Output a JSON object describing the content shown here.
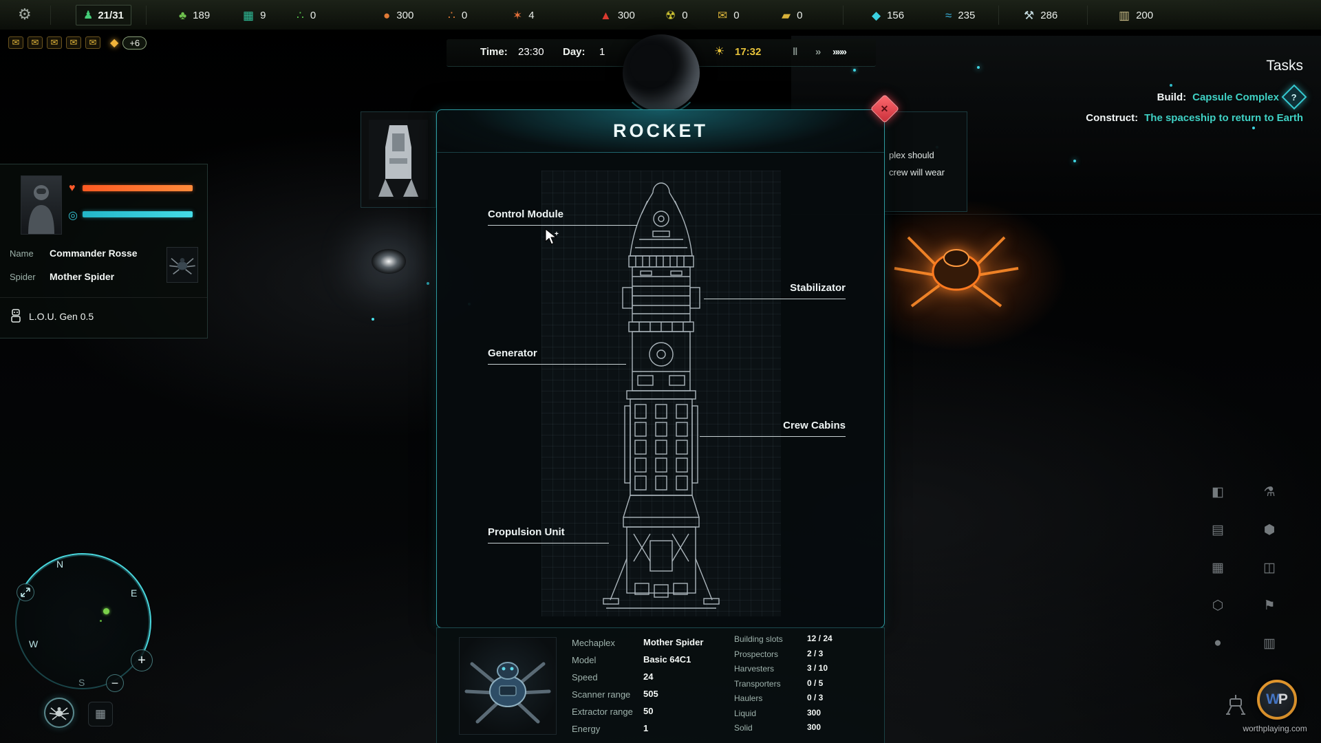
{
  "colors": {
    "accent": "#2fd6d6",
    "teal_text": "#3fd1c4",
    "health": "#ff6a2a",
    "oxygen": "#35c8d8",
    "alert_red": "#e5404d",
    "gold": "#e8c33a"
  },
  "top_bar": {
    "settings_glyph": "⚙",
    "population": {
      "glyph": "♟",
      "color": "#46d07a",
      "value": "21/31"
    },
    "resources": [
      {
        "name": "plants",
        "glyph": "♣",
        "color": "#6fc14e",
        "value": "189"
      },
      {
        "name": "blocks",
        "glyph": "▦",
        "color": "#2fbf9a",
        "value": "9"
      },
      {
        "name": "green-cells",
        "glyph": "∴",
        "color": "#58c84d",
        "value": "0"
      },
      {
        "name": "food",
        "glyph": "●",
        "color": "#e07a36",
        "value": "300"
      },
      {
        "name": "orange-cells",
        "glyph": "∴",
        "color": "#e07a36",
        "value": "0"
      },
      {
        "name": "creatures",
        "glyph": "✶",
        "color": "#e5703a",
        "value": "4"
      },
      {
        "name": "meat",
        "glyph": "▲",
        "color": "#d93b30",
        "value": "300"
      },
      {
        "name": "uranium",
        "glyph": "☢",
        "color": "#cfc433",
        "value": "0"
      },
      {
        "name": "gold-mail",
        "glyph": "✉",
        "color": "#d8b23a",
        "value": "0"
      },
      {
        "name": "gold-bars",
        "glyph": "▰",
        "color": "#d8b23a",
        "value": "0"
      },
      {
        "name": "crystal",
        "glyph": "◆",
        "color": "#3ad0e0",
        "value": "156"
      },
      {
        "name": "water",
        "glyph": "≈",
        "color": "#3ab4e0",
        "value": "235"
      },
      {
        "name": "tools",
        "glyph": "⚒",
        "color": "#c4dade",
        "value": "286"
      },
      {
        "name": "batteries",
        "glyph": "▥",
        "color": "#cdbf8a",
        "value": "200"
      }
    ]
  },
  "notifications": {
    "mail_glyph": "✉",
    "gem_glyph": "◆",
    "badge": "+6"
  },
  "time_bar": {
    "time_label": "Time:",
    "time_value": "23:30",
    "day_label": "Day:",
    "day_value": "1",
    "sun_glyph": "☀",
    "sunset_time": "17:32",
    "pause_glyph": "‖",
    "ff_glyph": "»",
    "fff_glyph": "»»»"
  },
  "tasks": {
    "title": "Tasks",
    "build_label": "Build:",
    "build_value": "Capsule Complex",
    "build_icon_glyph": "?",
    "construct_label": "Construct:",
    "construct_value": "The spaceship to return to Earth"
  },
  "character_panel": {
    "health_glyph": "♥",
    "oxygen_glyph": "◎",
    "name_label": "Name",
    "name_value": "Commander Rosse",
    "spider_label": "Spider",
    "spider_value": "Mother Spider",
    "item_label": "L.O.U. Gen 0.5"
  },
  "tutorial_fragment": {
    "line1": "plex should",
    "line2": "crew will wear"
  },
  "rocket_dialog": {
    "title": "ROCKET",
    "close_glyph": "✕",
    "labels": {
      "control": "Control Module",
      "stabilizer": "Stabilizator",
      "generator": "Generator",
      "crew": "Crew Cabins",
      "propulsion": "Propulsion Unit"
    }
  },
  "mech_panel": {
    "stats": [
      {
        "label": "Mechaplex",
        "value": "Mother Spider"
      },
      {
        "label": "Model",
        "value": "Basic 64C1"
      },
      {
        "label": "Speed",
        "value": "24"
      },
      {
        "label": "Scanner range",
        "value": "505"
      },
      {
        "label": "Extractor range",
        "value": "50"
      },
      {
        "label": "Energy",
        "value": "1"
      }
    ],
    "slots": [
      {
        "label": "Building slots",
        "value": "12 / 24"
      },
      {
        "label": "Prospectors",
        "value": "2 / 3"
      },
      {
        "label": "Harvesters",
        "value": "3 / 10"
      },
      {
        "label": "Transporters",
        "value": "0 / 5"
      },
      {
        "label": "Haulers",
        "value": "0 / 3"
      },
      {
        "label": "Liquid",
        "value": "300"
      },
      {
        "label": "Solid",
        "value": "300"
      }
    ]
  },
  "minimap": {
    "north": "N",
    "east": "E",
    "west": "W",
    "south": "S",
    "zoom_in": "+",
    "zoom_out": "−"
  },
  "side_icons": [
    {
      "name": "chart-icon",
      "glyph": "◧"
    },
    {
      "name": "factory-icon",
      "glyph": "▤"
    },
    {
      "name": "modules-icon",
      "glyph": "▦"
    },
    {
      "name": "cube-icon",
      "glyph": "⬡"
    },
    {
      "name": "circle-icon",
      "glyph": "●"
    },
    {
      "name": "flask-icon",
      "glyph": "⚗"
    },
    {
      "name": "hexagon-icon",
      "glyph": "⬢"
    },
    {
      "name": "package-icon",
      "glyph": "◫"
    },
    {
      "name": "flag-icon",
      "glyph": "⚑"
    },
    {
      "name": "list-icon",
      "glyph": "▥"
    }
  ],
  "watermark": {
    "logo_w": "W",
    "logo_p": "P",
    "site": "worthplaying.com"
  }
}
